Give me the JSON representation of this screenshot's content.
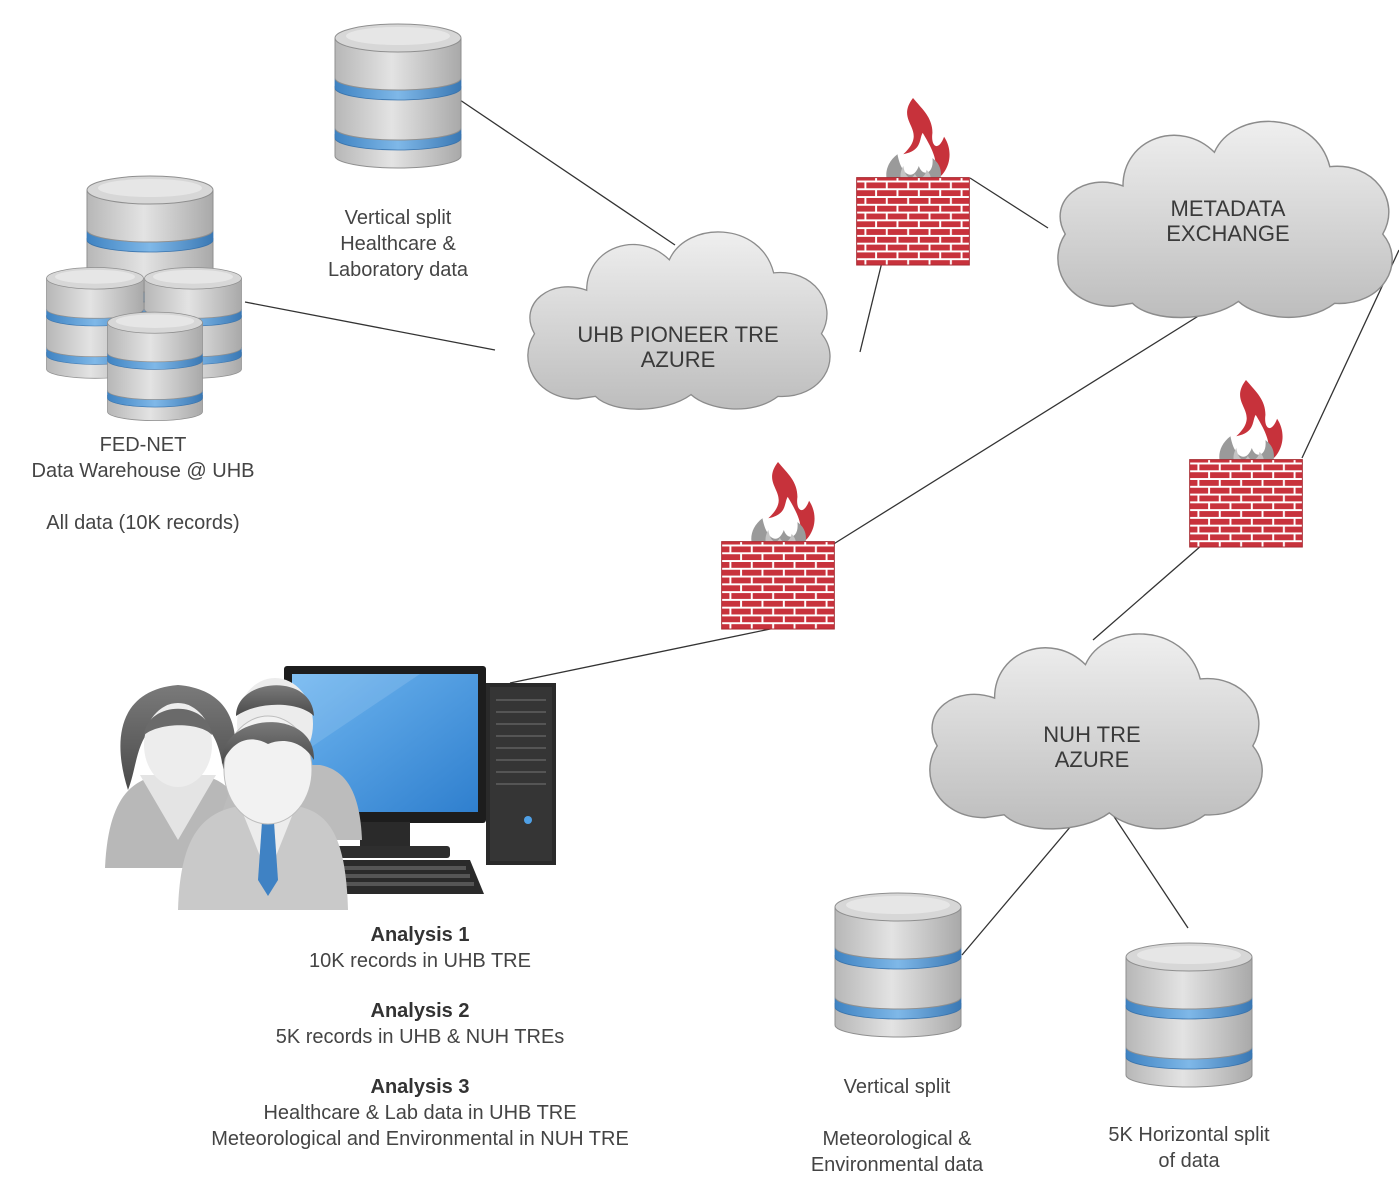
{
  "colors": {
    "line": "#333333",
    "db_body": "#cfcfcf",
    "db_band": "#5f9fd6",
    "brick": "#c9343e",
    "cloud": "#d2d2d2",
    "monitor_screen": "#4fa0e6"
  },
  "nodes": {
    "db_vertical_top": {
      "label_lines": [
        "Vertical split",
        "Healthcare &",
        "Laboratory data"
      ]
    },
    "fednet_warehouse": {
      "label_lines": [
        "FED-NET",
        "Data Warehouse @ UHB",
        "",
        "All data (10K records)"
      ]
    },
    "uhb_cloud": {
      "label_lines": [
        "UHB PIONEER TRE",
        "AZURE"
      ]
    },
    "metadata_cloud": {
      "label_lines": [
        "METADATA",
        "EXCHANGE"
      ]
    },
    "nuh_cloud": {
      "label_lines": [
        "NUH TRE",
        "AZURE"
      ]
    },
    "db_vertical_bottom": {
      "label_lines": [
        "Vertical split",
        "",
        "Meteorological &",
        "Environmental data"
      ]
    },
    "db_horizontal": {
      "label_lines": [
        "5K Horizontal split",
        "of data"
      ]
    }
  },
  "analyses": [
    {
      "title": "Analysis 1",
      "lines": [
        "10K records in UHB TRE"
      ]
    },
    {
      "title": "Analysis 2",
      "lines": [
        "5K records in UHB & NUH TREs"
      ]
    },
    {
      "title": "Analysis 3",
      "lines": [
        "Healthcare & Lab data in UHB TRE",
        "Meteorological and Environmental in NUH TRE"
      ]
    }
  ],
  "icons": [
    "database-icon",
    "firewall-icon",
    "cloud-icon",
    "workstation-icon",
    "researchers-icon"
  ]
}
